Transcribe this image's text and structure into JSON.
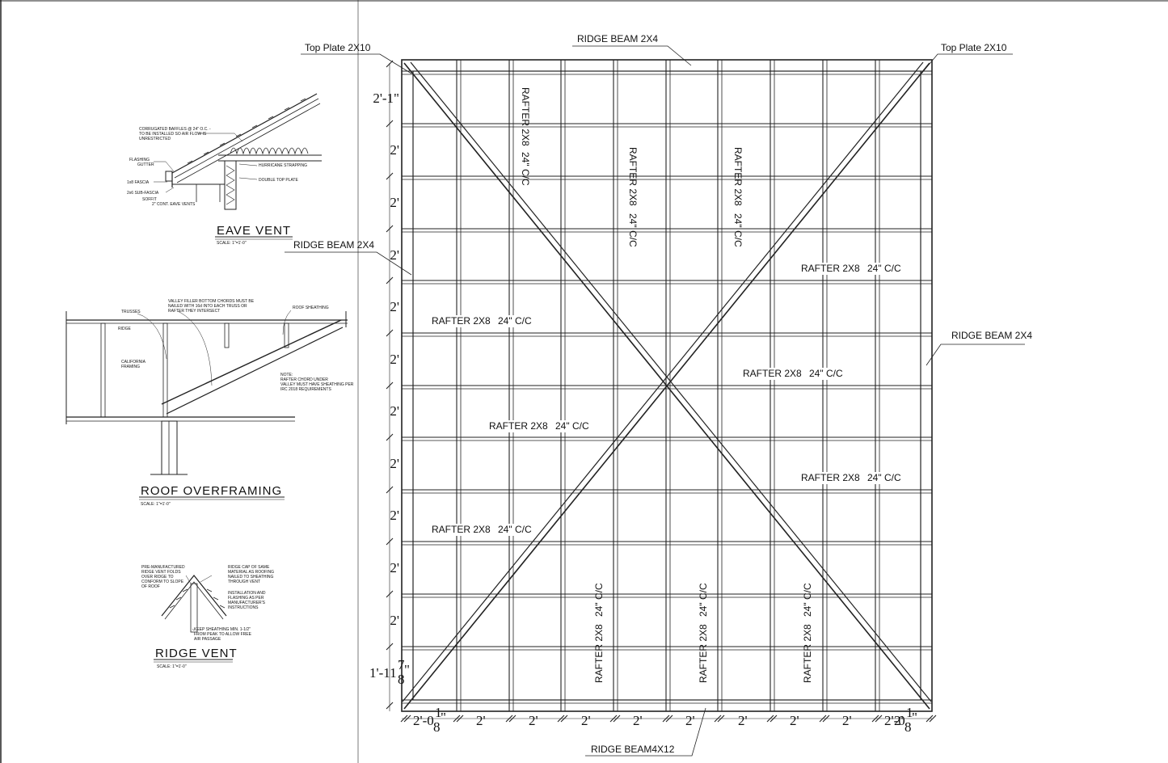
{
  "plan": {
    "top_plate_left": "Top Plate 2X10",
    "top_plate_right": "Top Plate 2X10",
    "ridge_beam_top": "RIDGE BEAM 2X4",
    "ridge_beam_left": "RIDGE BEAM 2X4",
    "ridge_beam_right": "RIDGE BEAM 2X4",
    "ridge_beam_bottom": "RIDGE BEAM4X12",
    "rafter_label": "RAFTER 2X8",
    "spacing_label": "24\" C/C",
    "dims_left": [
      "2'-1\"",
      "2'",
      "2'",
      "2'",
      "2'",
      "2'",
      "2'",
      "2'",
      "2'",
      "2'",
      "2'",
      "1'-11"
    ],
    "dim_left_last_fraction": {
      "num": "7",
      "den": "8",
      "suffix": "\""
    },
    "dims_bottom": [
      "2'-0",
      "2'",
      "2'",
      "2'",
      "2'",
      "2'",
      "2'",
      "2'",
      "2'",
      "2'",
      "2'-0"
    ],
    "dim_bottom_fraction": {
      "num": "1",
      "den": "8",
      "suffix": "\""
    }
  },
  "eave_vent": {
    "title": "EAVE VENT",
    "scale": "SCALE: 1\"=1'-0\"",
    "notes": {
      "baffles_1": "CORRUGATED BAFFLES @ 24\" O.C. -",
      "baffles_2": "TO BE INSTALLED SO AIR FLOW IS",
      "baffles_3": "UNRESTRICTED",
      "flashing": "FLASHING",
      "gutter": "GUTTER",
      "fascia": "1x8 FASCIA",
      "sub_fascia": "2x6 SUB-FASCIA",
      "soffit": "SOFFIT",
      "eave_vents": "2\" CONT. EAVE VENTS",
      "hurricane": "HURRICANE STRAPPING",
      "double_plate": "DOUBLE TOP PLATE"
    }
  },
  "roof_overframing": {
    "title": "ROOF OVERFRAMING",
    "scale": "SCALE: 1\"=1'-0\"",
    "notes": {
      "valley_1": "VALLEY FILLER BOTTOM CHORDS MUST BE",
      "valley_2": "NAILED WITH 16d INTO EACH TRUSS OR",
      "valley_3": "RAFTER THEY INTERSECT",
      "trusses": "TRUSSES",
      "ridge": "RIDGE",
      "sheathing": "ROOF SHEATHING",
      "california_1": "CALIFORNIA",
      "california_2": "FRAMING",
      "note_1": "NOTE:",
      "note_2": "RAFTER CHORD UNDER",
      "note_3": "VALLEY MUST HAVE SHEATHING PER",
      "note_4": "IRC 2018 REQUIREMENTS"
    }
  },
  "ridge_vent": {
    "title": "RIDGE VENT",
    "scale": "SCALE: 1\"=1'-0\"",
    "notes": {
      "pre_1": "PRE-MANUFACTURED",
      "pre_2": "RIDGE VENT FOLDS",
      "pre_3": "OVER RIDGE TO",
      "pre_4": "CONFORM TO SLOPE",
      "pre_5": "OF ROOF",
      "cap_1": "RIDGE CAP OF SAME",
      "cap_2": "MATERIAL AS ROOFING",
      "cap_3": "NAILED TO SHEATHING",
      "cap_4": "THROUGH VENT",
      "inst_1": "INSTALLATION AND",
      "inst_2": "FLASHING AS PER",
      "inst_3": "MANUFACTURER'S",
      "inst_4": "INSTRUCTIONS",
      "keep_1": "KEEP SHEATHING MIN. 1-1/2\"",
      "keep_2": "FROM PEAK TO ALLOW FREE",
      "keep_3": "AIR PASSAGE"
    }
  }
}
